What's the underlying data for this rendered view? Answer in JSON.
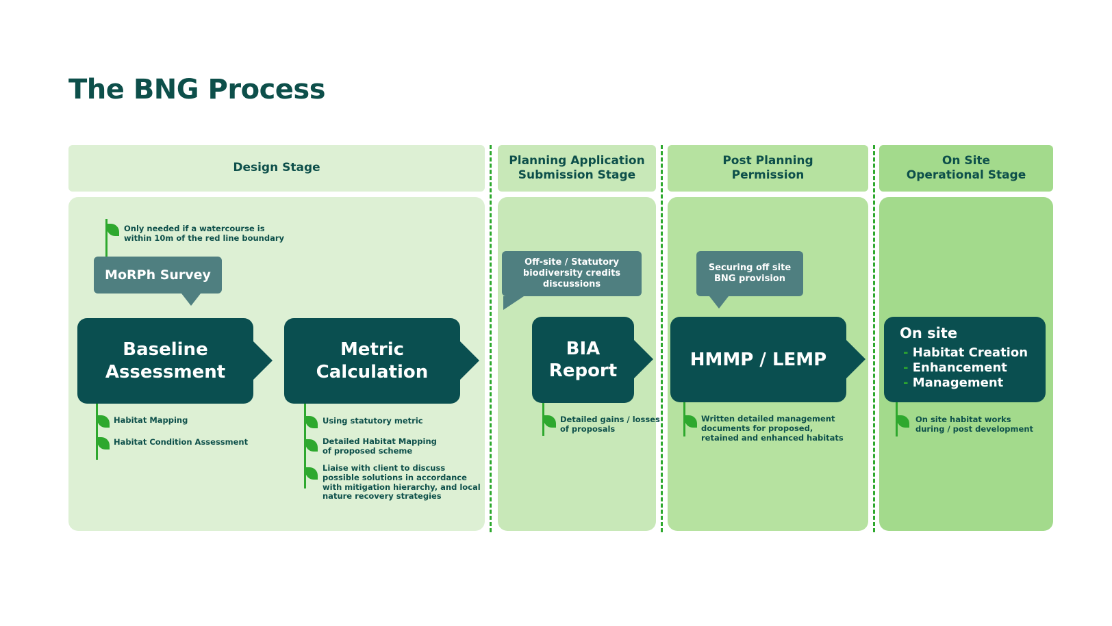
{
  "title": "The BNG Process",
  "stages": [
    {
      "label": "Design Stage"
    },
    {
      "label": "Planning Application\nSubmission Stage"
    },
    {
      "label": "Post Planning\nPermission"
    },
    {
      "label": "On Site\nOperational Stage"
    }
  ],
  "steps": {
    "baseline": "Baseline\nAssessment",
    "metric": "Metric\nCalculation",
    "bia": "BIA\nReport",
    "hmmp": "HMMP / LEMP",
    "onsite": {
      "title": "On site",
      "items": [
        "Habitat Creation",
        "Enhancement",
        "Management"
      ]
    }
  },
  "callouts": {
    "morph": "MoRPh Survey",
    "offsite": "Off-site / Statutory\nbiodiversity credits\ndiscussions",
    "securing": "Securing off site\nBNG provision"
  },
  "notes": {
    "morph": "Only needed if a watercourse is\nwithin 10m of the red line boundary",
    "baseline": [
      "Habitat Mapping",
      "Habitat Condition Assessment"
    ],
    "metric": [
      "Using statutory metric",
      "Detailed Habitat Mapping\nof proposed scheme",
      "Liaise with client to discuss\npossible solutions in accordance\nwith mitigation hierarchy, and local\nnature recovery strategies"
    ],
    "bia": "Detailed gains / losses\nof proposals",
    "hmmp": "Written detailed management\ndocuments for proposed,\nretained and enhanced habitats",
    "onsite": "On site habitat works\nduring / post development"
  },
  "colors": {
    "dark_teal": "#0a4f50",
    "callout": "#4f7f80",
    "green_accent": "#2ea82e",
    "stage_1": "#ddf0d4",
    "stage_2": "#c8e8b8",
    "stage_3": "#b6e2a0",
    "stage_4": "#a3da8c"
  },
  "icons": {
    "leaf": "leaf-icon",
    "arrow": "chevron-right-icon"
  }
}
